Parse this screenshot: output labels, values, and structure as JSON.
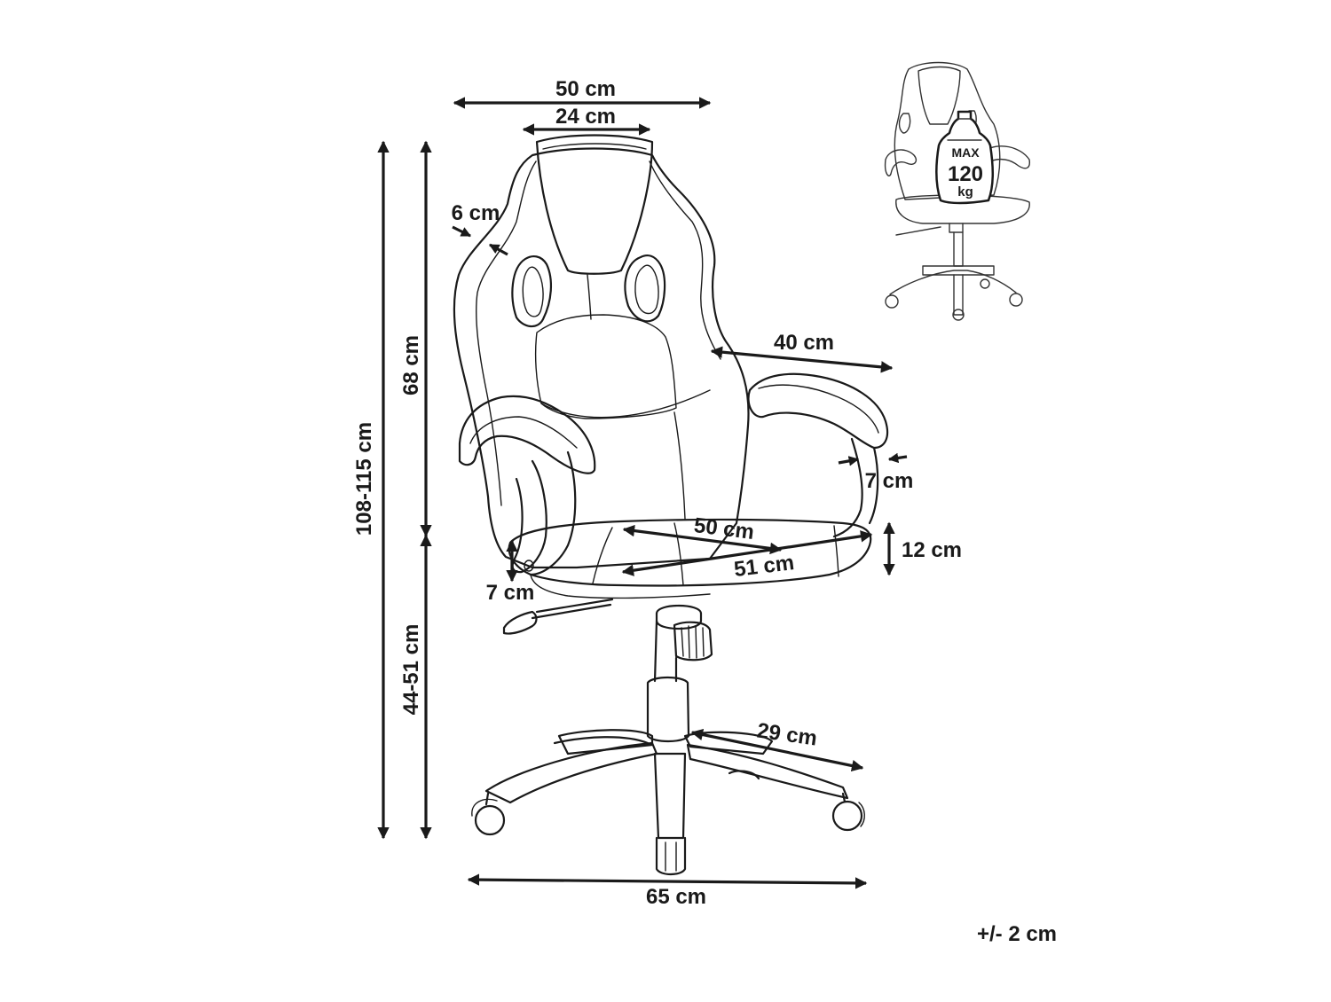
{
  "dimensions": {
    "total_height": "108-115 cm",
    "back_height": "68 cm",
    "seat_height": "44-51 cm",
    "back_width": "50 cm",
    "headrest_width": "24 cm",
    "side_bolster": "6 cm",
    "armrest_spacing": "40 cm",
    "armrest_width": "7 cm",
    "seat_width": "50 cm",
    "seat_depth": "51 cm",
    "seat_thickness": "12 cm",
    "seat_front_thickness": "7 cm",
    "leg_length": "29 cm",
    "base_width": "65 cm"
  },
  "tolerance": "+/- 2 cm",
  "max_load": {
    "label": "MAX",
    "value": "120",
    "unit": "kg"
  },
  "icons": {
    "main_chair": "office-chair-drawing",
    "thumbnail_chair": "office-chair-thumbnail",
    "weight": "weight-icon"
  }
}
